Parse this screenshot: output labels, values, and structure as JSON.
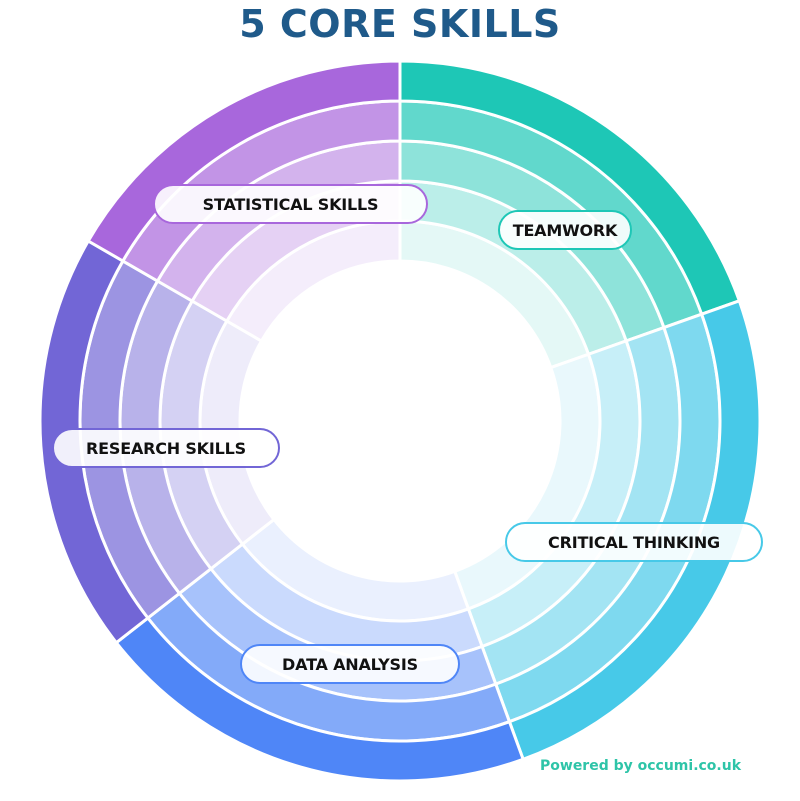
{
  "title": "5 CORE SKILLS",
  "segments": [
    {
      "label": "TEAMWORK",
      "color": "#1ec7b6"
    },
    {
      "label": "CRITICAL THINKING",
      "color": "#47c9e8"
    },
    {
      "label": "DATA ANALYSIS",
      "color": "#4f86f7"
    },
    {
      "label": "RESEARCH SKILLS",
      "color": "#7266d6"
    },
    {
      "label": "STATISTICAL SKILLS",
      "color": "#a867dc"
    }
  ],
  "credit": "Powered by occumi.co.uk"
}
